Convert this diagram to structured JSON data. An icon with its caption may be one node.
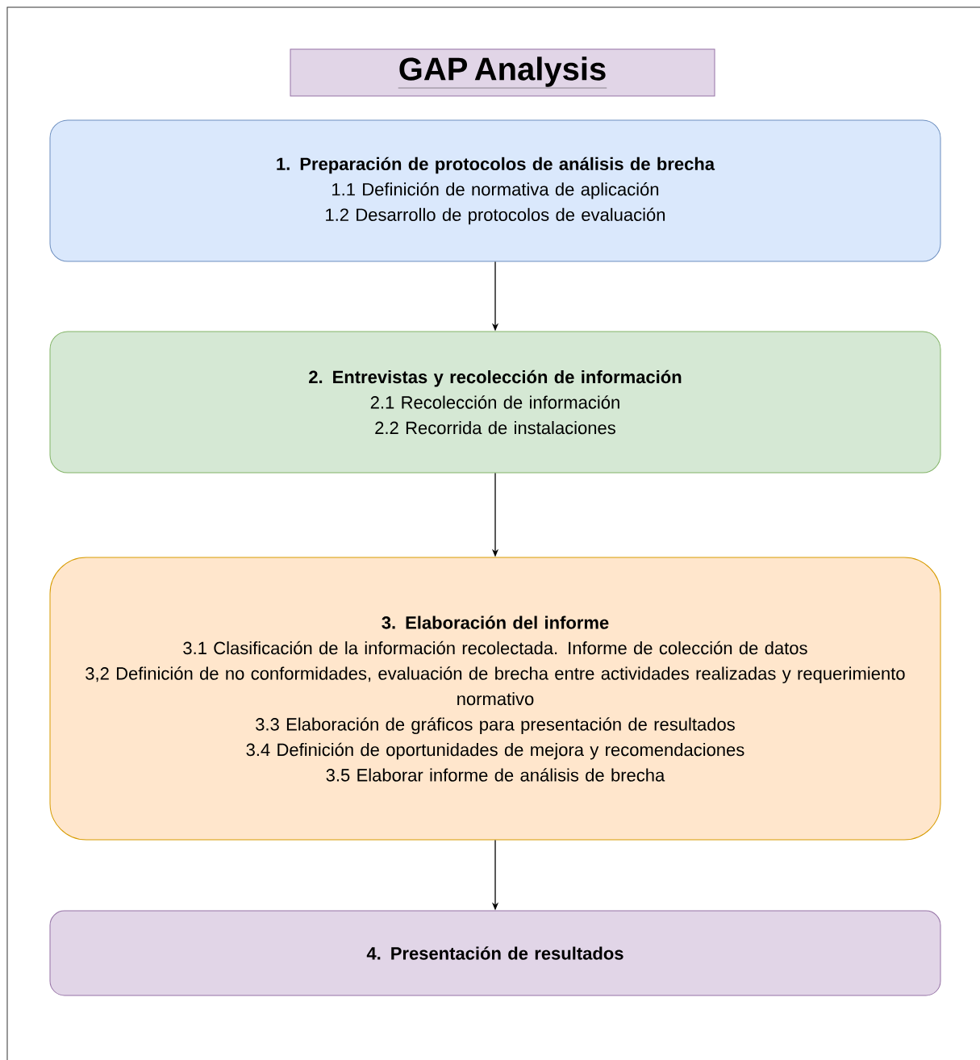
{
  "diagram": {
    "nodes": [
      {
        "text": [
          "GAP Analysis"
        ]
      },
      {
        "text": [
          "1. Preparación de protocolos de análisis de brecha",
          "1.1 Definición de normativa de aplicación",
          "1.2 Desarrollo de protocolos de evaluación"
        ]
      },
      {
        "text": [
          "2. Entrevistas y recolección de información",
          "2.1 Recolección de información",
          "2.2 Recorrida de instalaciones"
        ]
      },
      {
        "text": [
          "3. Elaboración del informe",
          "3.1  Clasificación de la información recolectada. Informe de colección de datos",
          "3,2 Definición de no conformidades, evaluación de brecha entre actividades realizadas y requerimiento normativo",
          "3.3 Elaboración de gráficos para presentación de resultados",
          "3.4 Definición de oportunidades de mejora y recomendaciones",
          "3.5 Elaborar informe de análisis de brecha"
        ]
      },
      {
        "text": [
          "4. Presentación de resultados"
        ]
      }
    ],
    "edges": [
      {
        "from": 1,
        "to": 2,
        "arrow": "to"
      },
      {
        "from": 2,
        "to": 3,
        "arrow": "to"
      },
      {
        "from": 3,
        "to": 4,
        "arrow": "to"
      }
    ]
  }
}
